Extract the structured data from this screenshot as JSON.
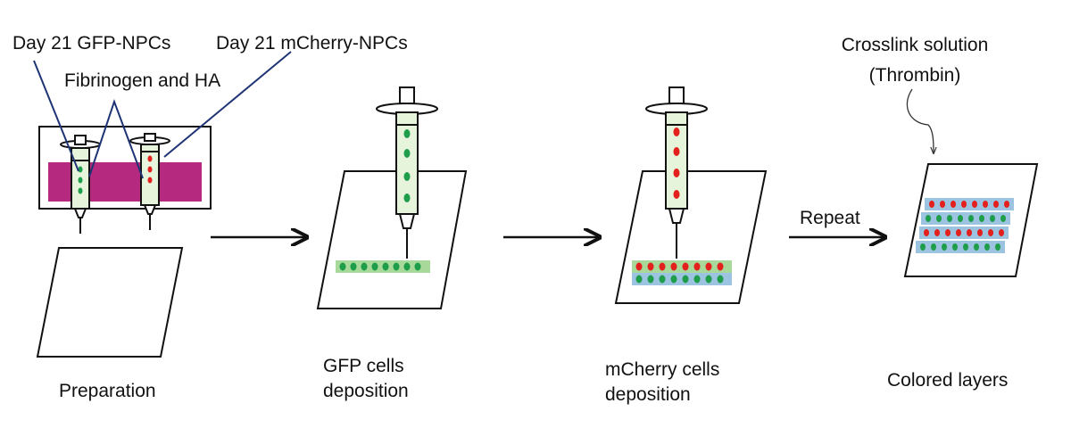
{
  "labels": {
    "gfp_npcs": "Day 21 GFP-NPCs",
    "mcherry_npcs": "Day 21 mCherry-NPCs",
    "fibrinogen_ha": "Fibrinogen and HA",
    "crosslink_line1": "Crosslink solution",
    "crosslink_line2": "(Thrombin)",
    "repeat": "Repeat"
  },
  "steps": [
    {
      "line1": "Preparation",
      "line2": ""
    },
    {
      "line1": "GFP cells",
      "line2": "deposition"
    },
    {
      "line1": "mCherry cells",
      "line2": "deposition"
    },
    {
      "line1": "Colored layers",
      "line2": ""
    }
  ],
  "colors": {
    "green_dot": "#1e9e4a",
    "red_dot": "#e3201b",
    "gel_green": "#a8d89a",
    "gel_blue": "#9cc4e0",
    "magenta_bath": "#b5297e",
    "syringe_fill": "#e6f4dc",
    "leader_line": "#1f3474"
  }
}
